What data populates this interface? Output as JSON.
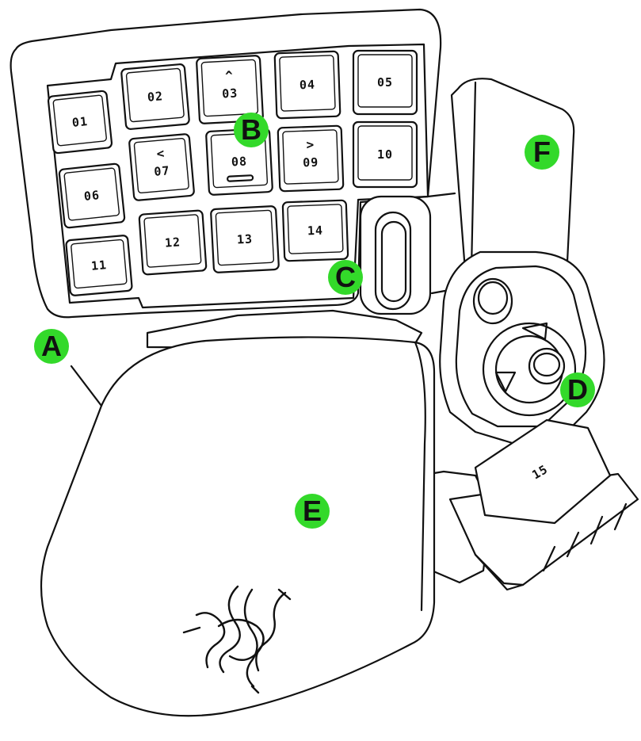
{
  "colors": {
    "callout": "#33d92a",
    "outline": "#111111",
    "body": "#ffffff"
  },
  "keys": [
    {
      "label": "01",
      "arrow": ""
    },
    {
      "label": "02",
      "arrow": ""
    },
    {
      "label": "03",
      "arrow": "^"
    },
    {
      "label": "04",
      "arrow": ""
    },
    {
      "label": "05",
      "arrow": ""
    },
    {
      "label": "06",
      "arrow": ""
    },
    {
      "label": "07",
      "arrow": "<"
    },
    {
      "label": "08",
      "arrow": ""
    },
    {
      "label": "09",
      "arrow": ">"
    },
    {
      "label": "10",
      "arrow": ""
    },
    {
      "label": "11",
      "arrow": ""
    },
    {
      "label": "12",
      "arrow": ""
    },
    {
      "label": "13",
      "arrow": ""
    },
    {
      "label": "14",
      "arrow": ""
    },
    {
      "label": "15",
      "arrow": ""
    }
  ],
  "callouts": [
    {
      "letter": "A"
    },
    {
      "letter": "B"
    },
    {
      "letter": "C"
    },
    {
      "letter": "D"
    },
    {
      "letter": "E"
    },
    {
      "letter": "F"
    }
  ],
  "logo_icon": "razer-triple-snake-logo"
}
